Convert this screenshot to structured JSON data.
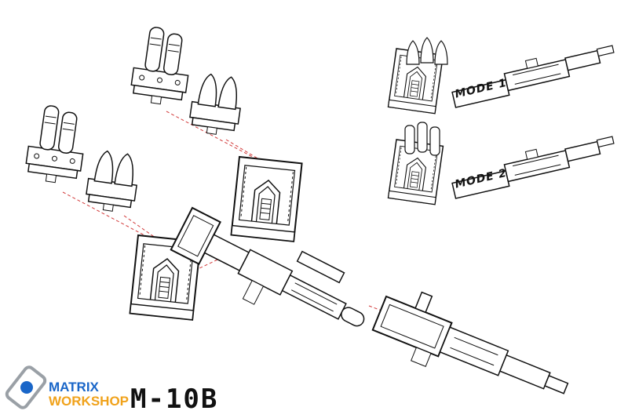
{
  "labels": {
    "mode_1": "MODE 1",
    "mode_2": "MODE 2"
  },
  "brand": {
    "line_1": "MATRIX",
    "line_2": "WORKSHOP",
    "model": "M-10B",
    "color_primary": "#1a66c8",
    "color_secondary": "#f0a21b"
  },
  "style": {
    "line_color": "#111111",
    "part_fill": "#ffffff",
    "guide_color": "#d23a3a"
  }
}
